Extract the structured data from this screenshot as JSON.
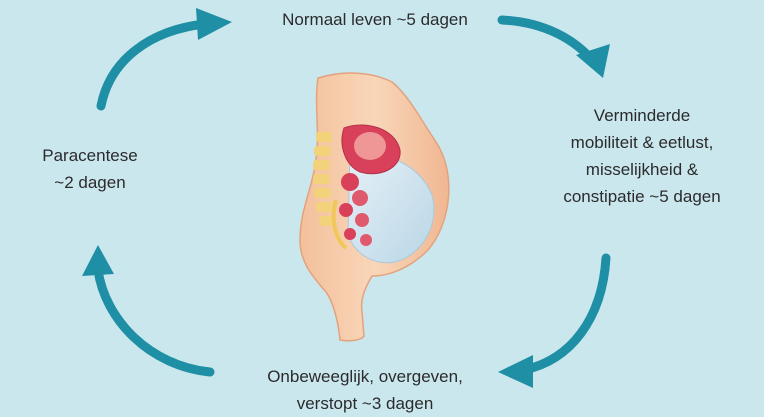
{
  "diagram": {
    "title": "",
    "colors": {
      "background": "#cbe7ee",
      "arrow": "#1e8fa5",
      "skin": "#f6c9a6",
      "spine": "#f2d27a",
      "organs": "#d9415a",
      "fluid": "#cfe4ef"
    },
    "stages": {
      "top": {
        "lines": [
          "Normaal leven ~5 dagen"
        ]
      },
      "right": {
        "lines": [
          "Verminderde",
          "mobiliteit & eetlust,",
          "misselijkheid &",
          "constipatie ~5 dagen"
        ]
      },
      "bottom": {
        "lines": [
          "Onbeweeglijk, overgeven,",
          "verstopt ~3 dagen"
        ]
      },
      "left": {
        "lines": [
          "Paracentese",
          "~2 dagen"
        ]
      }
    },
    "center_image": "abdomen-with-ascites-illustration",
    "arrow_icons": [
      "curved-arrow-top-left",
      "curved-arrow-top-right",
      "curved-arrow-bottom-right",
      "curved-arrow-bottom-left"
    ]
  }
}
